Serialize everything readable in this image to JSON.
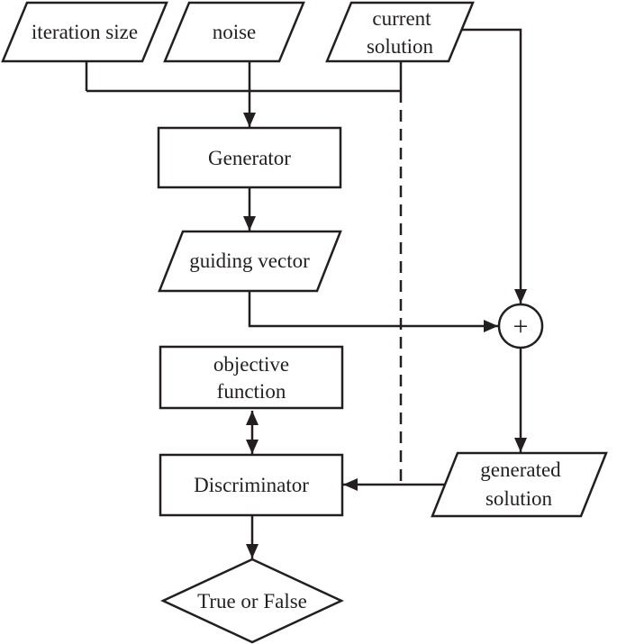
{
  "diagram": {
    "type": "flowchart",
    "colors": {
      "stroke": "#231f20",
      "background": "#ffffff"
    },
    "nodes": {
      "iteration_size": {
        "label": "iteration size",
        "shape": "parallelogram"
      },
      "noise": {
        "label": "noise",
        "shape": "parallelogram"
      },
      "current_solution": {
        "line1": "current",
        "line2": "solution",
        "shape": "parallelogram"
      },
      "generator": {
        "label": "Generator",
        "shape": "rectangle"
      },
      "guiding_vector": {
        "label": "guiding vector",
        "shape": "parallelogram"
      },
      "sum_junction": {
        "label": "+",
        "shape": "circle"
      },
      "objective_function": {
        "line1": "objective",
        "line2": "function",
        "shape": "rectangle"
      },
      "discriminator": {
        "label": "Discriminator",
        "shape": "rectangle"
      },
      "generated_solution": {
        "line1": "generated",
        "line2": "solution",
        "shape": "parallelogram"
      },
      "decision": {
        "label": "True or False",
        "shape": "diamond"
      }
    },
    "edges": [
      {
        "from": "iteration size",
        "to": "Generator",
        "style": "solid-arrow"
      },
      {
        "from": "noise",
        "to": "Generator",
        "style": "solid-arrow"
      },
      {
        "from": "current solution",
        "to": "Generator",
        "style": "solid-arrow"
      },
      {
        "from": "current solution",
        "to": "+",
        "style": "solid-arrow"
      },
      {
        "from": "Generator",
        "to": "guiding vector",
        "style": "solid-arrow"
      },
      {
        "from": "guiding vector",
        "to": "+",
        "style": "solid-arrow"
      },
      {
        "from": "+",
        "to": "generated solution",
        "style": "solid-arrow"
      },
      {
        "from": "generated solution",
        "to": "Discriminator",
        "style": "solid-arrow"
      },
      {
        "from": "current solution",
        "to": "Discriminator",
        "style": "dashed"
      },
      {
        "from": "objective function",
        "to": "Discriminator",
        "style": "double-arrow"
      },
      {
        "from": "Discriminator",
        "to": "True or False",
        "style": "solid-arrow"
      }
    ]
  }
}
